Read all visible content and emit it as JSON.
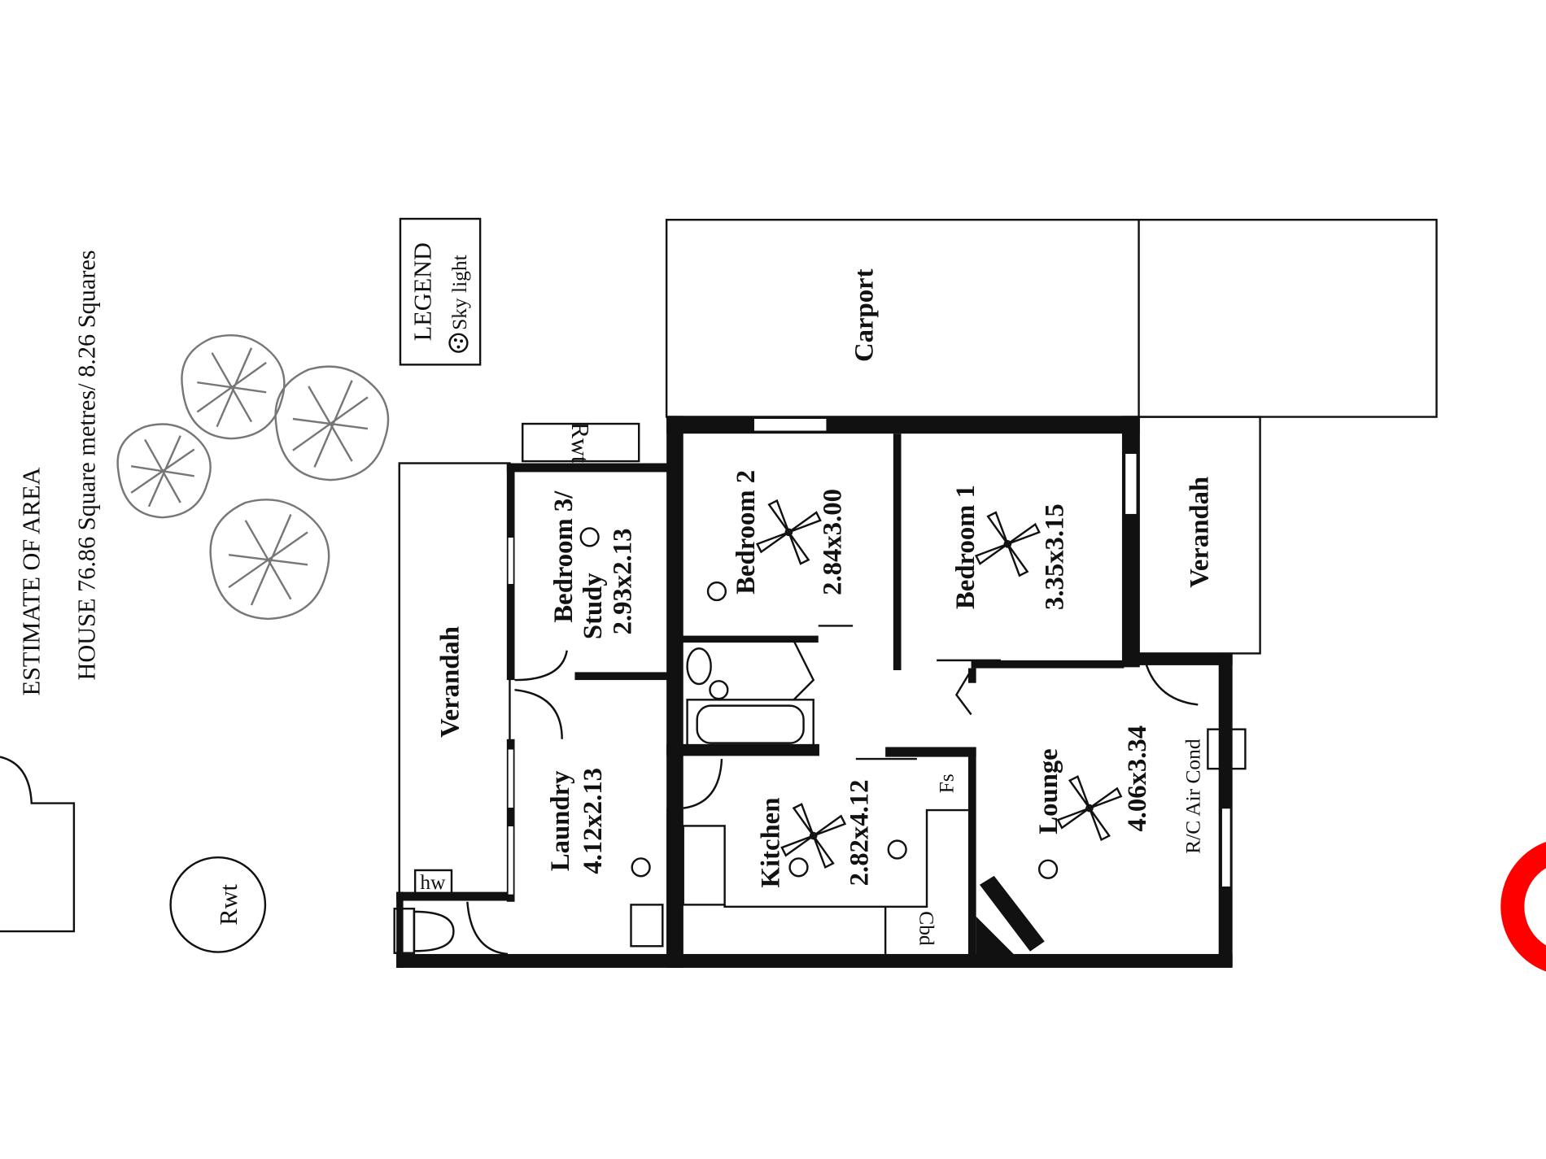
{
  "title": "ESTIMATE OF AREA",
  "area": "HOUSE  76.86 Square metres/ 8.26 Squares",
  "legend": {
    "heading": "LEGEND",
    "items": [
      {
        "icon": "skylight-icon",
        "label": "Sky light"
      }
    ]
  },
  "rooms": {
    "carport": {
      "name": "Carport"
    },
    "verandah_left": {
      "name": "Verandah"
    },
    "verandah_right": {
      "name": "Verandah"
    },
    "bedroom3": {
      "name_line1": "Bedroom 3/",
      "name_line2": "Study",
      "size": "2.93x2.13"
    },
    "bedroom2": {
      "name": "Bedroom 2",
      "size": "2.84x3.00"
    },
    "bedroom1": {
      "name": "Bedroom 1",
      "size": "3.35x3.15"
    },
    "laundry": {
      "name": "Laundry",
      "size": "4.12x2.13"
    },
    "kitchen": {
      "name": "Kitchen",
      "size": "2.82x4.12"
    },
    "lounge": {
      "name": "Lounge",
      "size": "4.06x3.34"
    }
  },
  "fixtures": {
    "rwt_tank": "Rwt",
    "rwt_box": "Rwt",
    "hw": "hw",
    "fs": "Fs",
    "cbd": "Cbd",
    "aircon": "R/C Air Cond"
  },
  "colors": {
    "lines": "#111111",
    "trees": "#777777",
    "logo": "#ff0000"
  }
}
